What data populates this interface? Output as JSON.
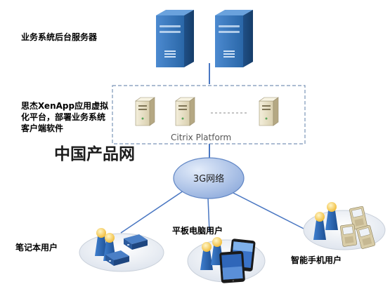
{
  "labels": {
    "backend_servers": "业务系统后台服务器",
    "citrix_desc": "思杰XenApp应用虚拟化平台，部署业务系统客户端软件",
    "citrix_platform": "Citrix Platform",
    "network": "3G网络",
    "laptop_users": "笔记本用户",
    "tablet_users": "平板电脑用户",
    "phone_users": "智能手机用户",
    "watermark": "中国产品网"
  },
  "colors": {
    "server_blue": "#2f6fb0",
    "dashed_border": "#7a95b8",
    "network_blue": "#9cb6e2",
    "link_blue": "#4a77c2",
    "user_yellow": "#f0c040",
    "user_blue": "#2a63b3"
  }
}
